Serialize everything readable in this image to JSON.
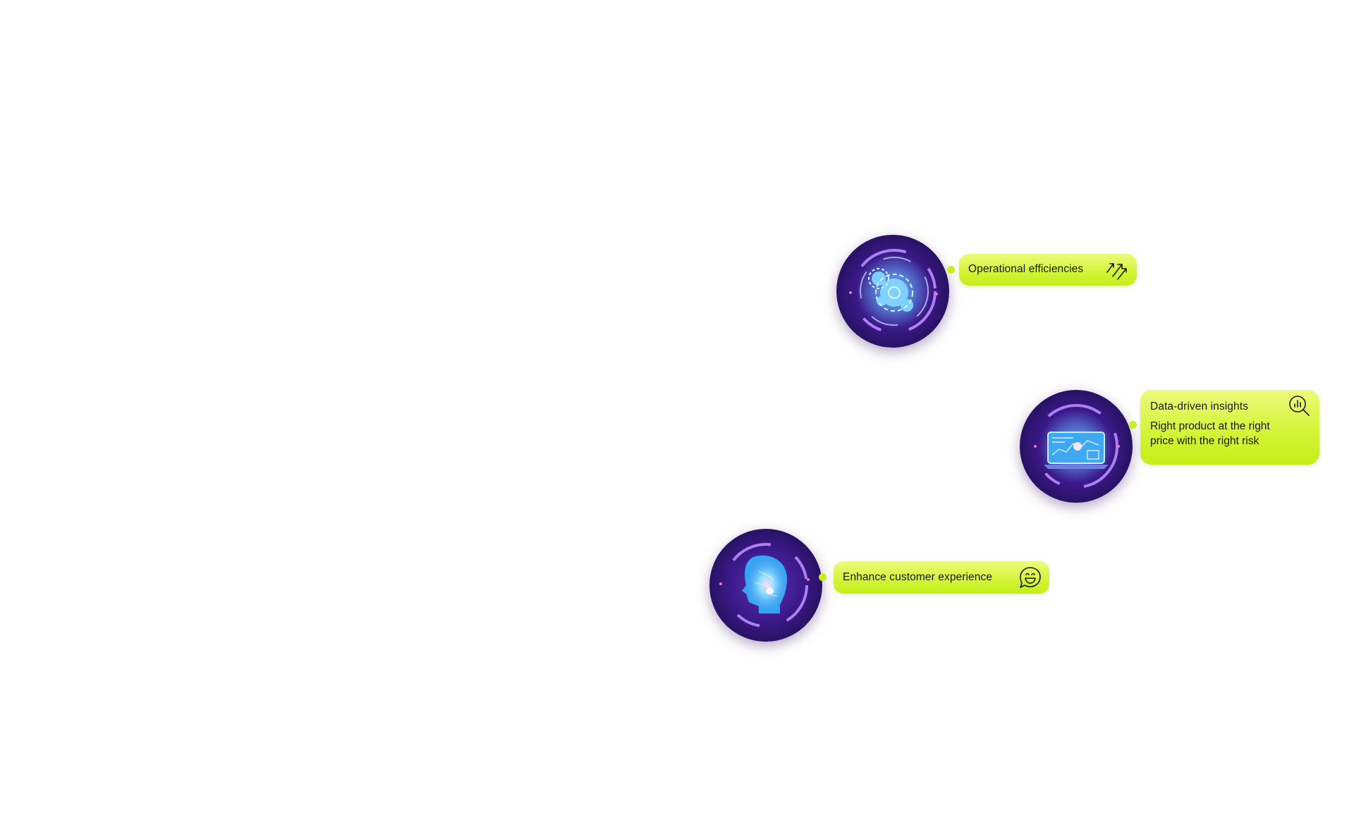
{
  "items": [
    {
      "label": "Operational  efficiencies",
      "icon": "growth-arrows-icon",
      "orb": "gears-orb-icon"
    },
    {
      "label": "Data-driven insights",
      "subtitle": "Right product at the right price with the right risk",
      "icon": "analytics-magnifier-icon",
      "orb": "dashboard-screen-orb-icon"
    },
    {
      "label": "Enhance customer experience",
      "icon": "smile-chat-icon",
      "orb": "ai-head-orb-icon"
    }
  ],
  "colors": {
    "orb_dark": "#1d0a4a",
    "orb_mid": "#3b1a8a",
    "orb_glow": "#5ec8ff",
    "pill_light": "#ecfb7a",
    "pill_dark": "#c3ef16",
    "connector_dot": "#c6f11a",
    "ring_accent": "#b98cff"
  }
}
